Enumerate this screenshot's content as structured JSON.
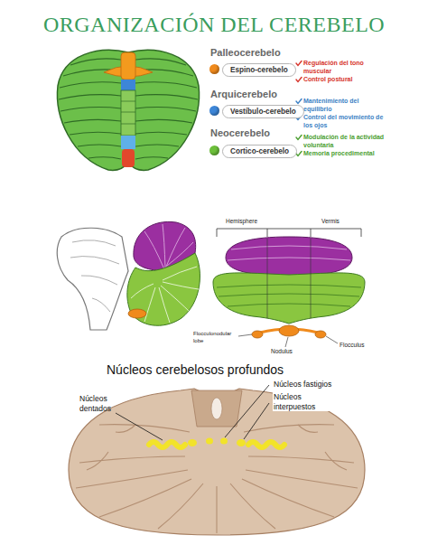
{
  "diagram": {
    "title": "ORGANIZACIÓN DEL CEREBELO",
    "labels": [
      "Palleocerebelo",
      "Regulación del tono muscular",
      "Control postural",
      "Arquicerebelo",
      "Mantenimiento del equilibrio",
      "Control del movimiento de los ojos",
      "Neocerebelo",
      "Modulación de la actividad voluntaria",
      "Memoria procedimental",
      "Hemisphere",
      "Vermis",
      "Flocculonodular lobe",
      "Nodulus",
      "Flocculus",
      "Núcleos cerebelosos profundos",
      "Núcleos dentados",
      "Núcleos fastigios",
      "Núcleos interpuestos"
    ],
    "legend": [
      {
        "text": "Espino-cerebelo",
        "color": "#f08a1c"
      },
      {
        "text": "Vestíbulo-cerebelo",
        "color": "#3d86d8"
      },
      {
        "text": "Cortico-cerebelo",
        "color": "#6cbf3a"
      }
    ]
  }
}
